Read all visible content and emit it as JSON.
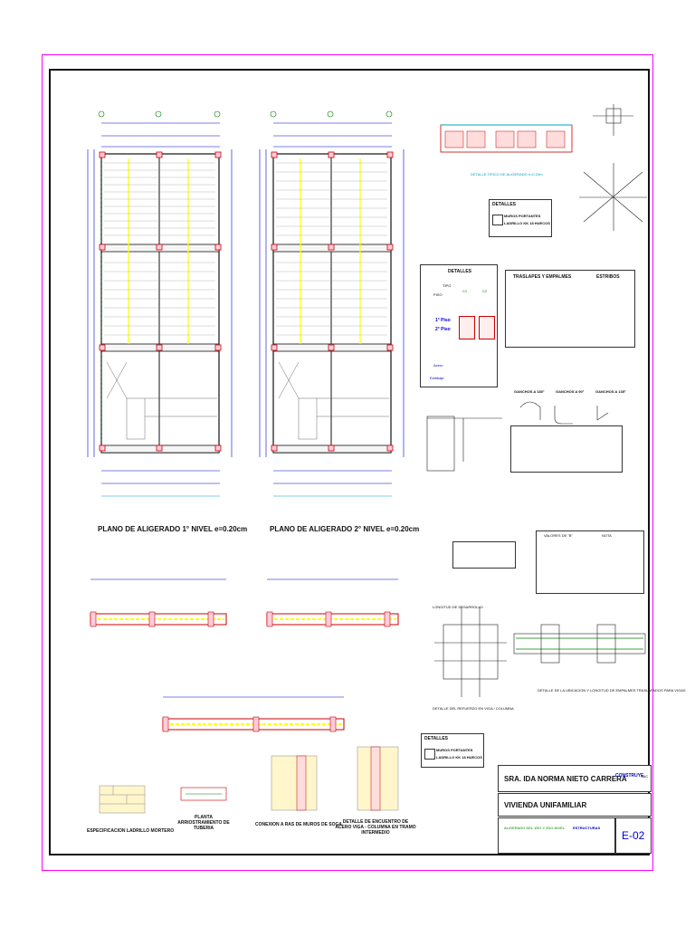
{
  "plans": {
    "plan1_title": "PLANO DE ALIGERADO 1° NIVEL e=0.20cm",
    "plan2_title": "PLANO DE ALIGERADO 2° NIVEL e=0.20cm"
  },
  "details": {
    "aligerado_detail": "DETALLE TIPICO DE ALIGERADO h=0.20m",
    "detalles_box1_header": "DETALLES",
    "muros_portantes": "MUROS PORTANTES",
    "ladrillo": "LADRILLO KK 18 HUECOS",
    "cuadro_header": "DETALLES",
    "tipo": "TIPO",
    "piso": "PISO",
    "c1": "C1",
    "c2": "C2",
    "piso1": "1° Piso",
    "piso2": "2° Piso",
    "acero": "Acero",
    "estribaje": "Estribaje",
    "traslapes": "TRASLAPES Y EMPALMES",
    "estribos": "ESTRIBOS",
    "ganchos1": "GANCHOS A 180°",
    "ganchos2": "GANCHOS A 90°",
    "ganchos3": "GANCHOS A 135°",
    "valores": "VALORES DE \"B\"",
    "nota": "NOTA",
    "longitud": "LONGITUD DE DESARROLLO",
    "detalle_anclaje": "DETALLE DEL REFUERZO EN VIGA / COLUMNA",
    "detalle_ubicacion": "DETALLE DE LA UBICACION Y LONGITUD DE EMPALMES TRASLAPADOS PARA VIGAS",
    "detalles_box2_header": "DETALLES",
    "muros_portantes2": "MUROS PORTANTES",
    "ladrillo2": "LADRILLO KK 18 HUECOS"
  },
  "bottom_details": {
    "especificacion": "ESPECIFICACION LADRILLO MORTERO",
    "arriostramiento": "PLANTA ARRIOSTRAMIENTO DE TUBERIA",
    "conexion": "CONEXION A RAS DE MUROS DE SOGA",
    "encuentro": "DETALLE DE ENCUENTRO DE ACERO VIGA - COLUMNA EN TRAMO INTERMEDIO"
  },
  "title_block": {
    "client": "SRA. IDA NORMA NIETO CARRERA",
    "project": "VIVIENDA UNIFAMILIAR",
    "drawing": "ALIGERADO DEL 1RO Y 2DO NIVEL",
    "specialty": "ESTRUCTURAS",
    "sheet": "E-02",
    "company": "CONSTRUYE",
    "company_suffix": "SAC"
  },
  "colors": {
    "border": "#ff00ff",
    "dimension": "#0000cc",
    "column": "#cc0000",
    "beam_hatch": "#ffff00",
    "axis": "#008000",
    "cyan": "#00a0c0"
  }
}
